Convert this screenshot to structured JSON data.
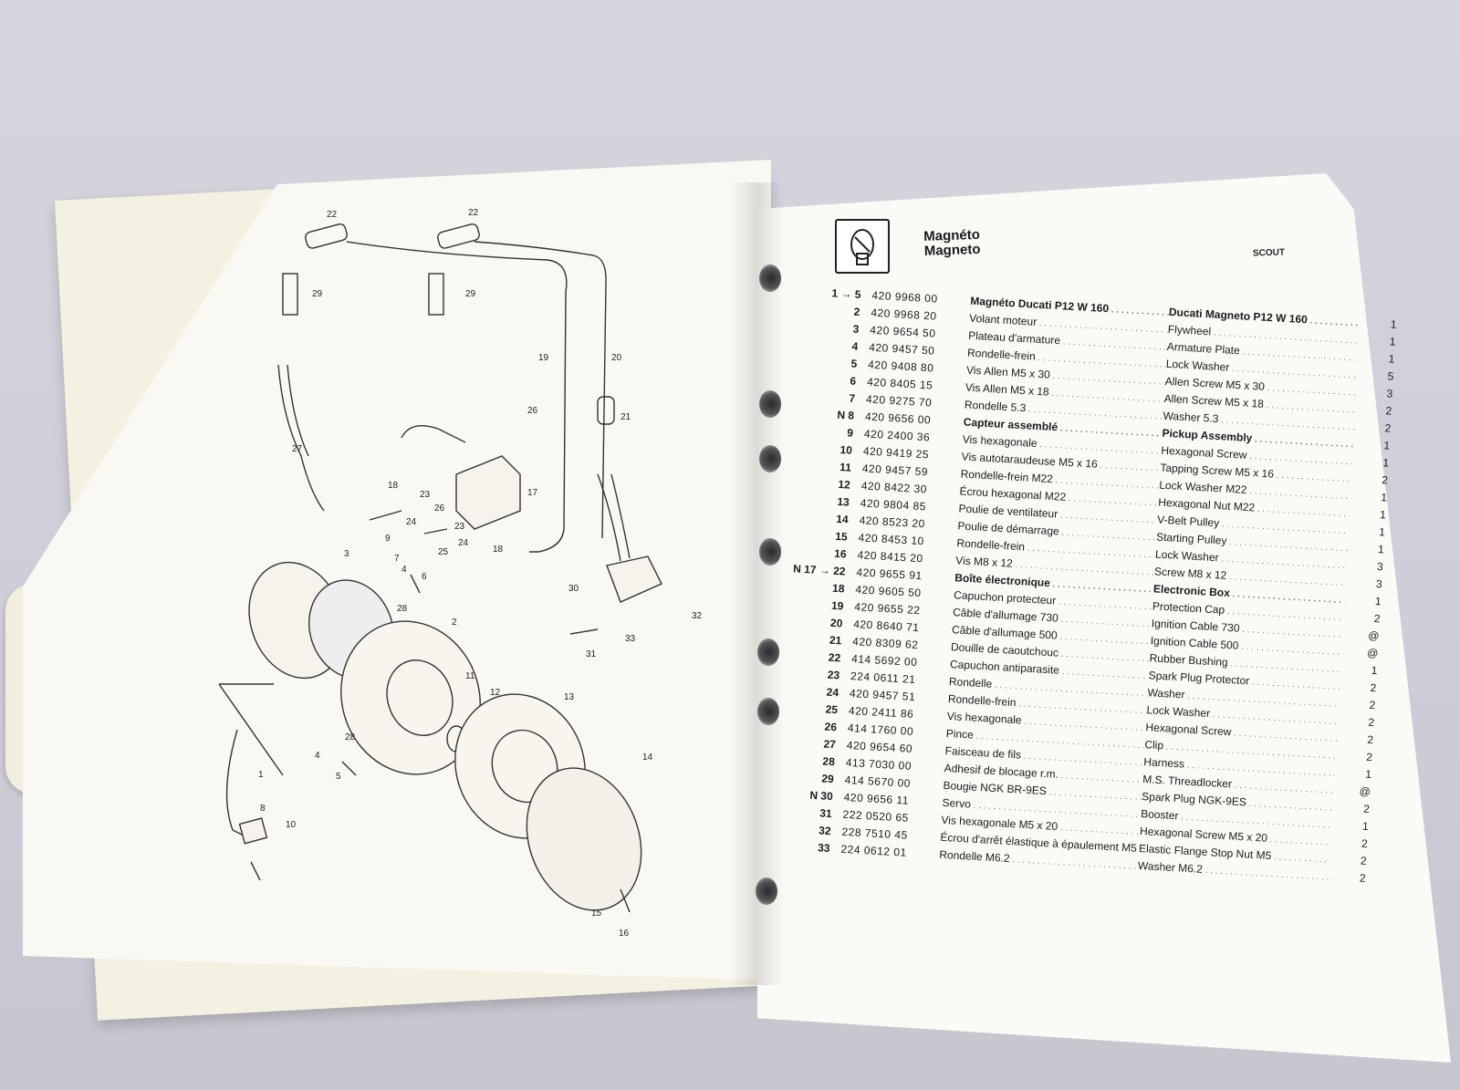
{
  "header": {
    "title_fr": "Magnéto",
    "title_en": "Magneto",
    "model": "SCOUT"
  },
  "parts": [
    {
      "ref": "1 → 5",
      "part": "420 9968 00",
      "fr": "Magnéto Ducati P12 W 160",
      "en": "Ducati Magneto P12 W 160",
      "qty": "1",
      "bold": true
    },
    {
      "ref": "2",
      "part": "420 9968 20",
      "fr": "Volant moteur",
      "en": "Flywheel",
      "qty": "1",
      "bold": false
    },
    {
      "ref": "3",
      "part": "420 9654 50",
      "fr": "Plateau d'armature",
      "en": "Armature Plate",
      "qty": "1",
      "bold": false
    },
    {
      "ref": "4",
      "part": "420 9457 50",
      "fr": "Rondelle-frein",
      "en": "Lock Washer",
      "qty": "5",
      "bold": false
    },
    {
      "ref": "5",
      "part": "420 9408 80",
      "fr": "Vis Allen M5 x 30",
      "en": "Allen Screw M5 x 30",
      "qty": "3",
      "bold": false
    },
    {
      "ref": "6",
      "part": "420 8405 15",
      "fr": "Vis Allen M5 x 18",
      "en": "Allen Screw M5 x 18",
      "qty": "2",
      "bold": false
    },
    {
      "ref": "7",
      "part": "420 9275 70",
      "fr": "Rondelle 5.3",
      "en": "Washer 5.3",
      "qty": "2",
      "bold": false
    },
    {
      "ref": "N 8",
      "part": "420 9656 00",
      "fr": "Capteur assemblé",
      "en": "Pickup Assembly",
      "qty": "1",
      "bold": true
    },
    {
      "ref": "9",
      "part": "420 2400 36",
      "fr": "Vis hexagonale",
      "en": "Hexagonal Screw",
      "qty": "1",
      "bold": false
    },
    {
      "ref": "10",
      "part": "420 9419 25",
      "fr": "Vis autotaraudeuse M5 x 16",
      "en": "Tapping Screw M5 x 16",
      "qty": "2",
      "bold": false
    },
    {
      "ref": "11",
      "part": "420 9457 59",
      "fr": "Rondelle-frein M22",
      "en": "Lock Washer M22",
      "qty": "1",
      "bold": false
    },
    {
      "ref": "12",
      "part": "420 8422 30",
      "fr": "Écrou hexagonal M22",
      "en": "Hexagonal Nut M22",
      "qty": "1",
      "bold": false
    },
    {
      "ref": "13",
      "part": "420 9804 85",
      "fr": "Poulie de ventilateur",
      "en": "V-Belt Pulley",
      "qty": "1",
      "bold": false
    },
    {
      "ref": "14",
      "part": "420 8523 20",
      "fr": "Poulie de démarrage",
      "en": "Starting Pulley",
      "qty": "1",
      "bold": false
    },
    {
      "ref": "15",
      "part": "420 8453 10",
      "fr": "Rondelle-frein",
      "en": "Lock Washer",
      "qty": "3",
      "bold": false
    },
    {
      "ref": "16",
      "part": "420 8415 20",
      "fr": "Vis M8 x 12",
      "en": "Screw M8 x 12",
      "qty": "3",
      "bold": false
    },
    {
      "ref": "N 17 → 22",
      "part": "420 9655 91",
      "fr": "Boîte électronique",
      "en": "Electronic Box",
      "qty": "1",
      "bold": true
    },
    {
      "ref": "18",
      "part": "420 9605 50",
      "fr": "Capuchon protecteur",
      "en": "Protection Cap",
      "qty": "2",
      "bold": false
    },
    {
      "ref": "19",
      "part": "420 9655 22",
      "fr": "Câble d'allumage 730",
      "en": "Ignition Cable 730",
      "qty": "@",
      "bold": false
    },
    {
      "ref": "20",
      "part": "420 8640 71",
      "fr": "Câble d'allumage 500",
      "en": "Ignition Cable 500",
      "qty": "@",
      "bold": false
    },
    {
      "ref": "21",
      "part": "420 8309 62",
      "fr": "Douille de caoutchouc",
      "en": "Rubber Bushing",
      "qty": "1",
      "bold": false
    },
    {
      "ref": "22",
      "part": "414 5692 00",
      "fr": "Capuchon antiparasite",
      "en": "Spark Plug Protector",
      "qty": "2",
      "bold": false
    },
    {
      "ref": "23",
      "part": "224 0611 21",
      "fr": "Rondelle",
      "en": "Washer",
      "qty": "2",
      "bold": false
    },
    {
      "ref": "24",
      "part": "420 9457 51",
      "fr": "Rondelle-frein",
      "en": "Lock Washer",
      "qty": "2",
      "bold": false
    },
    {
      "ref": "25",
      "part": "420 2411 86",
      "fr": "Vis hexagonale",
      "en": "Hexagonal Screw",
      "qty": "2",
      "bold": false
    },
    {
      "ref": "26",
      "part": "414 1760 00",
      "fr": "Pince",
      "en": "Clip",
      "qty": "2",
      "bold": false
    },
    {
      "ref": "27",
      "part": "420 9654 60",
      "fr": "Faisceau de fils",
      "en": "Harness",
      "qty": "1",
      "bold": false
    },
    {
      "ref": "28",
      "part": "413 7030 00",
      "fr": "Adhesif de blocage r.m.",
      "en": "M.S. Threadlocker",
      "qty": "@",
      "bold": false
    },
    {
      "ref": "29",
      "part": "414 5670 00",
      "fr": "Bougie NGK BR-9ES",
      "en": "Spark Plug NGK-9ES",
      "qty": "2",
      "bold": false
    },
    {
      "ref": "N 30",
      "part": "420 9656 11",
      "fr": "Servo",
      "en": "Booster",
      "qty": "1",
      "bold": false
    },
    {
      "ref": "31",
      "part": "222 0520 65",
      "fr": "Vis hexagonale M5 x 20",
      "en": "Hexagonal Screw M5 x 20",
      "qty": "2",
      "bold": false
    },
    {
      "ref": "32",
      "part": "228 7510 45",
      "fr": "Écrou d'arrêt élastique à épaulement M5",
      "en": "Elastic Flange Stop Nut M5",
      "qty": "2",
      "bold": false
    },
    {
      "ref": "33",
      "part": "224 0612 01",
      "fr": "Rondelle M6.2",
      "en": "Washer M6.2",
      "qty": "2",
      "bold": false
    }
  ],
  "diagram_callouts": [
    "22",
    "22",
    "29",
    "29",
    "19",
    "20",
    "21",
    "26",
    "27",
    "18",
    "17",
    "23",
    "26",
    "24",
    "9",
    "23",
    "24",
    "25",
    "18",
    "30",
    "32",
    "33",
    "31",
    "3",
    "7",
    "4",
    "6",
    "28",
    "2",
    "11",
    "12",
    "13",
    "14",
    "1",
    "8",
    "10",
    "4",
    "5",
    "28",
    "15",
    "16"
  ]
}
